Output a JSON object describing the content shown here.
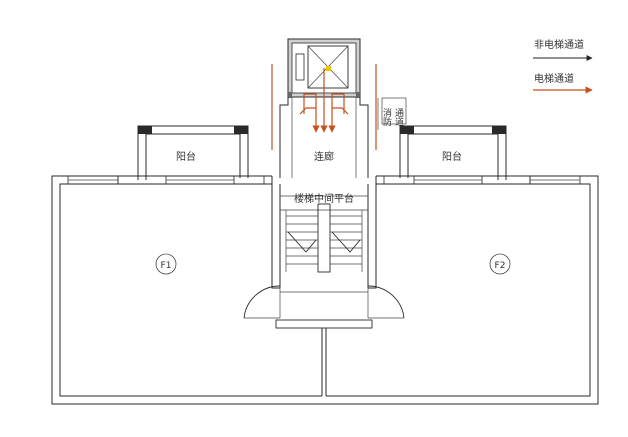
{
  "legend": {
    "non_elevator": {
      "label": "非电梯通道",
      "color": "#222222"
    },
    "elevator": {
      "label": "电梯通道",
      "color": "#c8501e"
    }
  },
  "labels": {
    "balcony_left": "阳台",
    "balcony_right": "阳台",
    "corridor": "连廊",
    "stair_landing": "楼梯中间平台",
    "fire_channel_1": "消防",
    "fire_channel_2": "通道",
    "unit_left": "F1",
    "unit_right": "F2"
  },
  "colors": {
    "wall": "#2a2a2a",
    "route": "#c8501e",
    "elevator_core": "#b8b8b8",
    "marker": "#e6c800"
  }
}
